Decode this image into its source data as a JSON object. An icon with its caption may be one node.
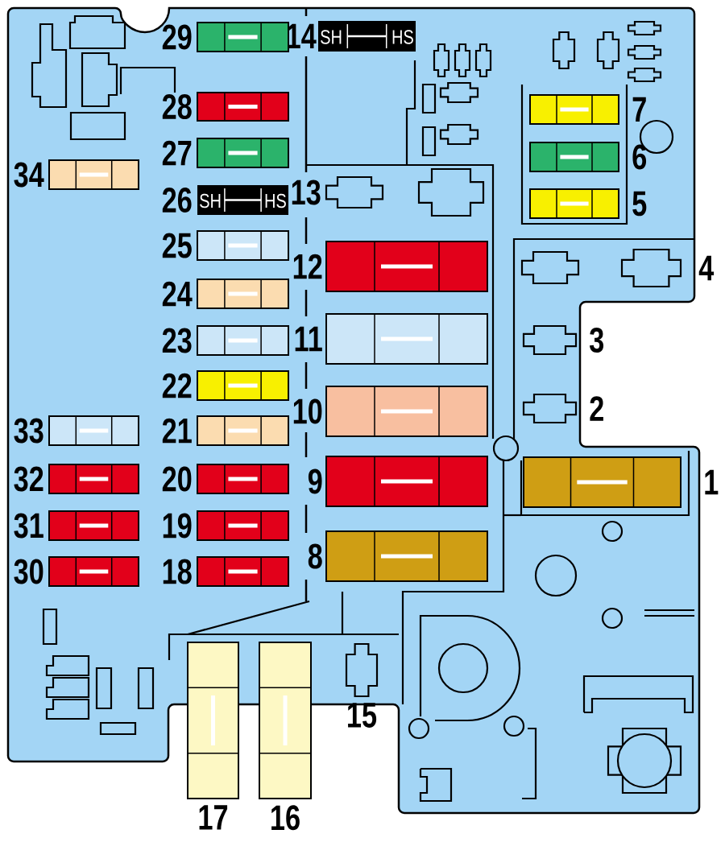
{
  "diagram": {
    "nodes": [
      {
        "text": [
          "1"
        ]
      },
      {
        "text": [
          "2"
        ]
      },
      {
        "text": [
          "3"
        ]
      },
      {
        "text": [
          "4"
        ]
      },
      {
        "text": [
          "5"
        ]
      },
      {
        "text": [
          "6"
        ]
      },
      {
        "text": [
          "7"
        ]
      },
      {
        "text": [
          "8"
        ]
      },
      {
        "text": [
          "9"
        ]
      },
      {
        "text": [
          "10"
        ]
      },
      {
        "text": [
          "11"
        ]
      },
      {
        "text": [
          "12"
        ]
      },
      {
        "text": [
          "13"
        ]
      },
      {
        "text": [
          "14",
          "SH",
          "HS"
        ]
      },
      {
        "text": [
          "15"
        ]
      },
      {
        "text": [
          "16"
        ]
      },
      {
        "text": [
          "17"
        ]
      },
      {
        "text": [
          "18"
        ]
      },
      {
        "text": [
          "19"
        ]
      },
      {
        "text": [
          "20"
        ]
      },
      {
        "text": [
          "21"
        ]
      },
      {
        "text": [
          "22"
        ]
      },
      {
        "text": [
          "23"
        ]
      },
      {
        "text": [
          "24"
        ]
      },
      {
        "text": [
          "25"
        ]
      },
      {
        "text": [
          "26",
          "SH",
          "HS"
        ]
      },
      {
        "text": [
          "27"
        ]
      },
      {
        "text": [
          "28"
        ]
      },
      {
        "text": [
          "29"
        ]
      },
      {
        "text": [
          "30"
        ]
      },
      {
        "text": [
          "31"
        ]
      },
      {
        "text": [
          "32"
        ]
      },
      {
        "text": [
          "33"
        ]
      },
      {
        "text": [
          "34"
        ]
      }
    ]
  }
}
